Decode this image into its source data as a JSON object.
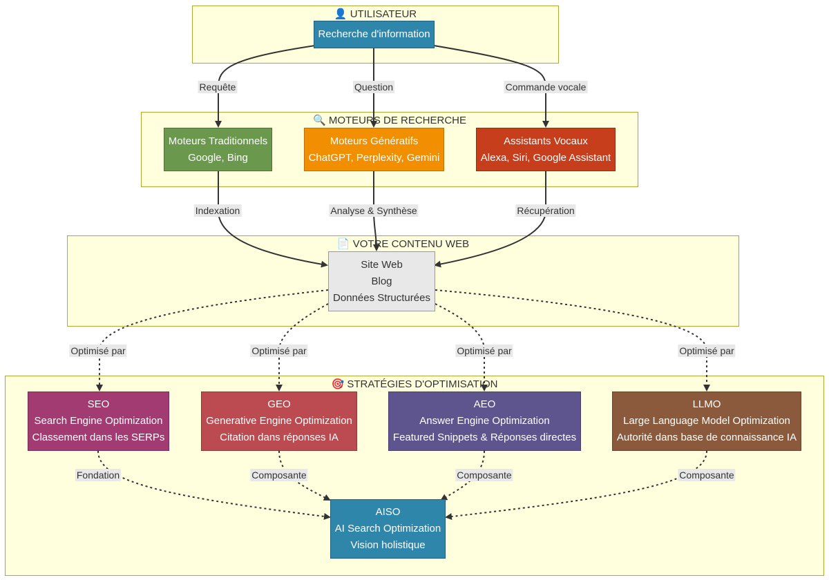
{
  "clusters": {
    "user": "👤 UTILISATEUR",
    "engines": "🔍 MOTEURS DE RECHERCHE",
    "content": "📄 VOTRE CONTENU WEB",
    "strategies": "🎯 STRATÉGIES D'OPTIMISATION"
  },
  "nodes": {
    "search": {
      "lines": [
        "Recherche d'information"
      ],
      "color": "#2e86ab"
    },
    "traditional": {
      "lines": [
        "Moteurs Traditionnels",
        "Google, Bing"
      ],
      "color": "#6a994e"
    },
    "generative": {
      "lines": [
        "Moteurs Génératifs",
        "ChatGPT, Perplexity, Gemini"
      ],
      "color": "#f18f01"
    },
    "vocal": {
      "lines": [
        "Assistants Vocaux",
        "Alexa, Siri, Google Assistant"
      ],
      "color": "#c73e1d"
    },
    "website": {
      "lines": [
        "Site Web",
        "Blog",
        "Données Structurées"
      ],
      "color": "#e8e8e8"
    },
    "seo": {
      "lines": [
        "SEO",
        "Search Engine Optimization",
        "Classement dans les SERPs"
      ],
      "color": "#a23b72"
    },
    "geo": {
      "lines": [
        "GEO",
        "Generative Engine Optimization",
        "Citation dans réponses IA"
      ],
      "color": "#bc4b51"
    },
    "aeo": {
      "lines": [
        "AEO",
        "Answer Engine Optimization",
        "Featured Snippets & Réponses directes"
      ],
      "color": "#5e548e"
    },
    "llmo": {
      "lines": [
        "LLMO",
        "Large Language Model Optimization",
        "Autorité dans base de connaissance IA"
      ],
      "color": "#8b5a3c"
    },
    "aiso": {
      "lines": [
        "AISO",
        "AI Search Optimization",
        "Vision holistique"
      ],
      "color": "#2e86ab"
    }
  },
  "edges": {
    "requete": "Requête",
    "question": "Question",
    "commande": "Commande vocale",
    "indexation": "Indexation",
    "analyse": "Analyse & Synthèse",
    "recuperation": "Récupération",
    "opt1": "Optimisé par",
    "opt2": "Optimisé par",
    "opt3": "Optimisé par",
    "opt4": "Optimisé par",
    "fondation": "Fondation",
    "comp1": "Composante",
    "comp2": "Composante",
    "comp3": "Composante"
  }
}
